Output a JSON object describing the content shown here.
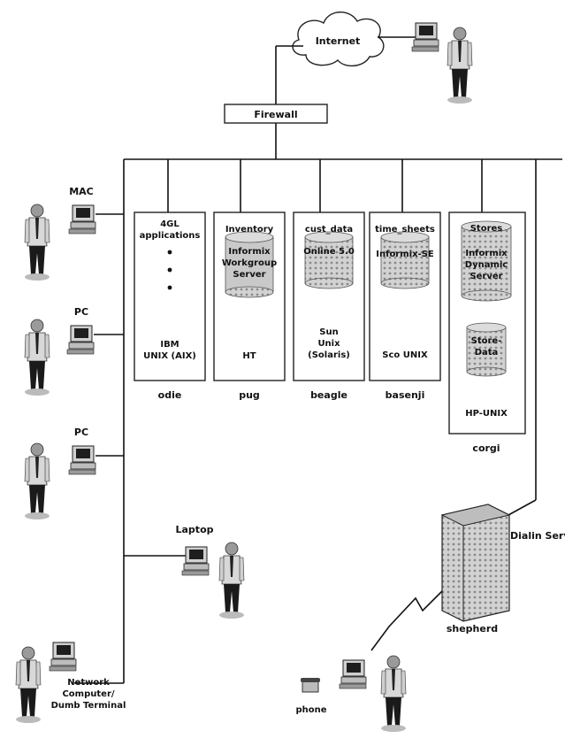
{
  "network": {
    "internet": "Internet",
    "firewall": "Firewall"
  },
  "clients": {
    "mac": "MAC",
    "pc1": "PC",
    "pc2": "PC",
    "laptop": "Laptop",
    "terminal": [
      "Network",
      "Computer/",
      "Dumb Terminal"
    ]
  },
  "servers": [
    {
      "lines": [
        "4GL",
        "applications"
      ],
      "os": [
        "IBM",
        "UNIX (AIX)"
      ],
      "host": "odie"
    },
    {
      "lines": [
        "Inventory",
        "Informix",
        "Workgroup",
        "Server"
      ],
      "os": [
        "HT"
      ],
      "host": "pug"
    },
    {
      "lines": [
        "cust_data",
        "Online 5.0"
      ],
      "os": [
        "Sun",
        "Unix",
        "(Solaris)"
      ],
      "host": "beagle"
    },
    {
      "lines": [
        "time_sheets",
        "Informix-SE"
      ],
      "os": [
        "Sco UNIX"
      ],
      "host": "basenji"
    },
    {
      "lines": [
        "Stores",
        "Informix",
        "Dynamic",
        "Server"
      ],
      "db2": [
        "Store-",
        "Data"
      ],
      "os": [
        "HP-UNIX"
      ],
      "host": "corgi"
    }
  ],
  "dialin": {
    "label": "Dialin Server",
    "host": "shepherd",
    "phone": "phone"
  }
}
